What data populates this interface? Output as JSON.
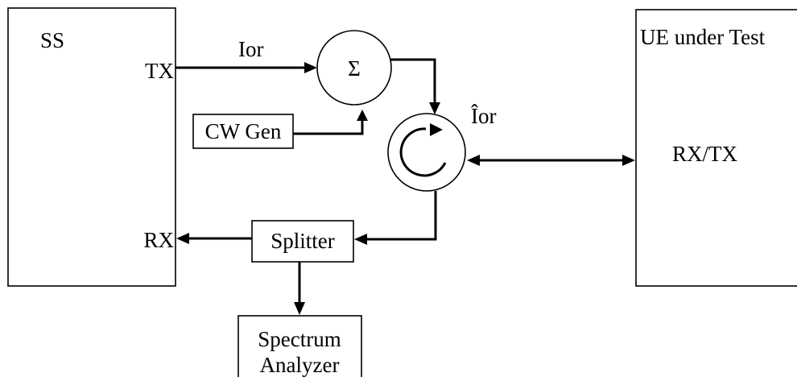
{
  "blocks": {
    "ss": {
      "label": "SS",
      "tx_port": "TX",
      "rx_port": "RX"
    },
    "ue": {
      "label": "UE under Test",
      "port": "RX/TX"
    },
    "cw_gen": {
      "label": "CW Gen"
    },
    "splitter": {
      "label": "Splitter"
    },
    "spectrum_analyzer": {
      "label_line1": "Spectrum",
      "label_line2": "Analyzer"
    },
    "combiner": {
      "symbol": "Σ"
    }
  },
  "signals": {
    "ior": "Ior",
    "ior_hat": "Îor"
  }
}
